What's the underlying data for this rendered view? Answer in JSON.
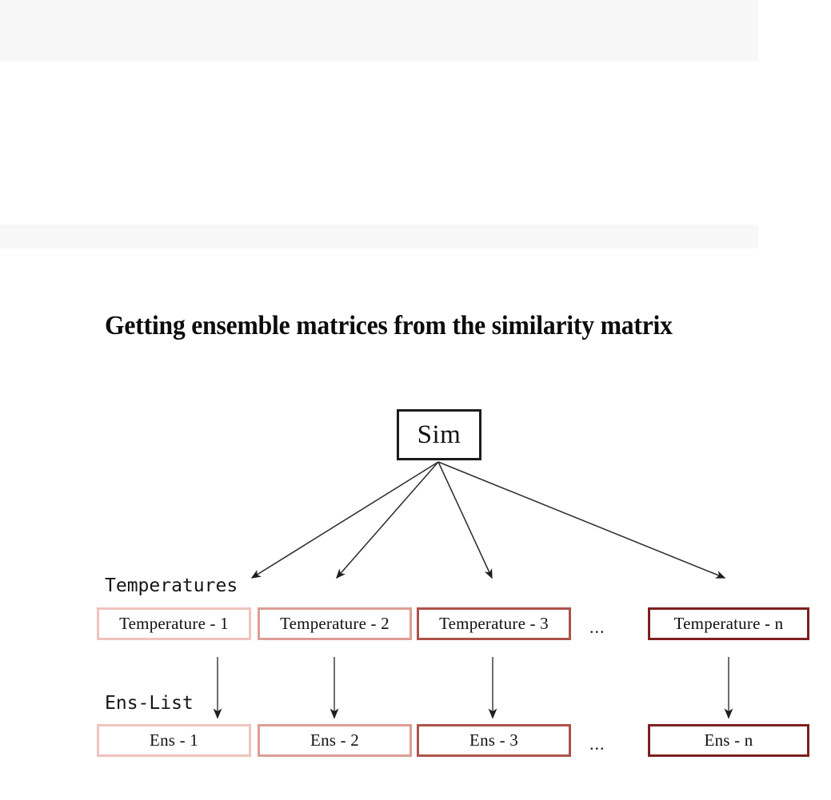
{
  "page": {
    "background": "#ffffff",
    "band_color": "#f7f7f7"
  },
  "title": {
    "text": "Getting ensemble matrices from the similarity matrix"
  },
  "diagram": {
    "root": {
      "label": "Sim",
      "border_color": "#1b1b1b"
    },
    "group_labels": {
      "temperatures": "Temperatures",
      "ens_list": "Ens-List"
    },
    "ellipsis": "...",
    "columns": [
      {
        "temperature_label": "Temperature - 1",
        "ens_label": "Ens - 1",
        "border_color": "#efc3be"
      },
      {
        "temperature_label": "Temperature - 2",
        "ens_label": "Ens - 2",
        "border_color": "#dd9d96"
      },
      {
        "temperature_label": "Temperature - 3",
        "ens_label": "Ens - 3",
        "border_color": "#ad5249"
      },
      {
        "temperature_label": "Temperature - n",
        "ens_label": "Ens - n",
        "border_color": "#7d201e"
      }
    ],
    "arrow_color": "#2a2a2a"
  }
}
